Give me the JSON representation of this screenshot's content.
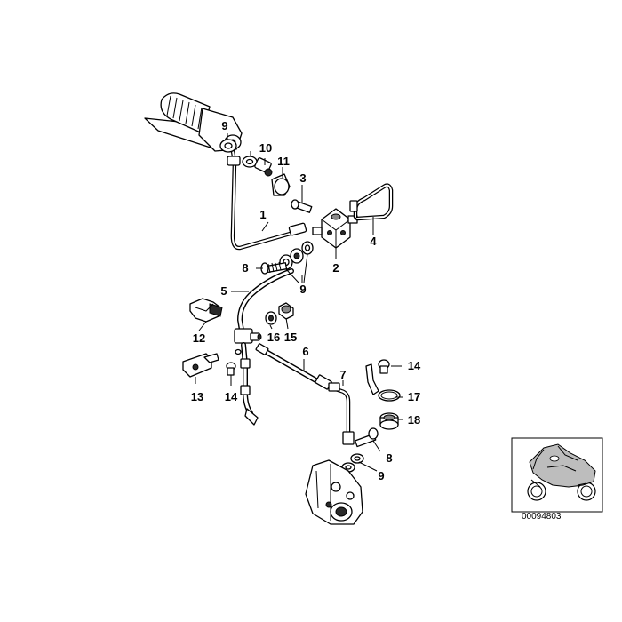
{
  "diagram": {
    "callouts": [
      {
        "id": "c1",
        "text": "1"
      },
      {
        "id": "c2",
        "text": "2"
      },
      {
        "id": "c3",
        "text": "3"
      },
      {
        "id": "c4",
        "text": "4"
      },
      {
        "id": "c5",
        "text": "5"
      },
      {
        "id": "c6",
        "text": "6"
      },
      {
        "id": "c7",
        "text": "7"
      },
      {
        "id": "c8a",
        "text": "8"
      },
      {
        "id": "c8b",
        "text": "8"
      },
      {
        "id": "c9a",
        "text": "9"
      },
      {
        "id": "c9b",
        "text": "9"
      },
      {
        "id": "c9c",
        "text": "9"
      },
      {
        "id": "c10",
        "text": "10"
      },
      {
        "id": "c11",
        "text": "11"
      },
      {
        "id": "c12",
        "text": "12"
      },
      {
        "id": "c13",
        "text": "13"
      },
      {
        "id": "c14a",
        "text": "14"
      },
      {
        "id": "c14b",
        "text": "14"
      },
      {
        "id": "c15",
        "text": "15"
      },
      {
        "id": "c16",
        "text": "16"
      },
      {
        "id": "c17",
        "text": "17"
      },
      {
        "id": "c18",
        "text": "18"
      }
    ],
    "reference_number": "00094803"
  }
}
